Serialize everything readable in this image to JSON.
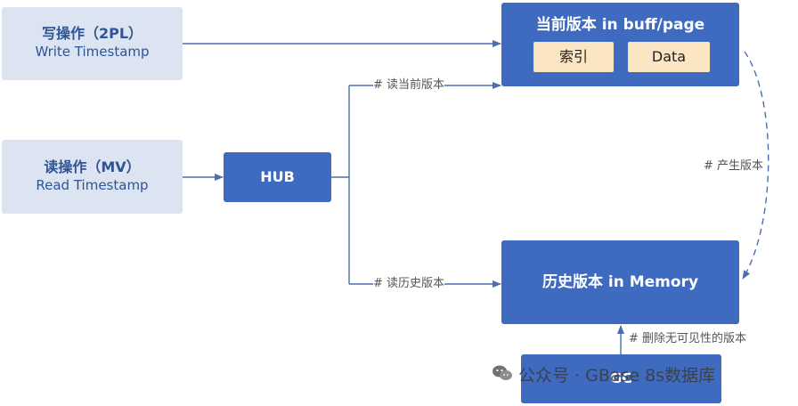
{
  "diagram": {
    "write_op": {
      "title": "写操作（2PL）",
      "subtitle": "Write Timestamp"
    },
    "read_op": {
      "title": "读操作（MV）",
      "subtitle": "Read Timestamp"
    },
    "hub": {
      "label": "HUB"
    },
    "current_version": {
      "title": "当前版本 in buff/page",
      "index_label": "索引",
      "data_label": "Data"
    },
    "history_version": {
      "title": "历史版本 in Memory"
    },
    "gc": {
      "label": "GC"
    },
    "edges": {
      "read_current": "# 读当前版本",
      "read_history": "# 读历史版本",
      "produce_version": "# 产生版本",
      "delete_invisible": "# 删除无可见性的版本"
    }
  },
  "watermark": {
    "text": "公众号 · GBase 8s数据库"
  },
  "colors": {
    "box_dark": "#3e6bbf",
    "box_light": "#dce3f1",
    "tag_fill": "#fce5c3",
    "arrow": "#4a6fb0"
  }
}
